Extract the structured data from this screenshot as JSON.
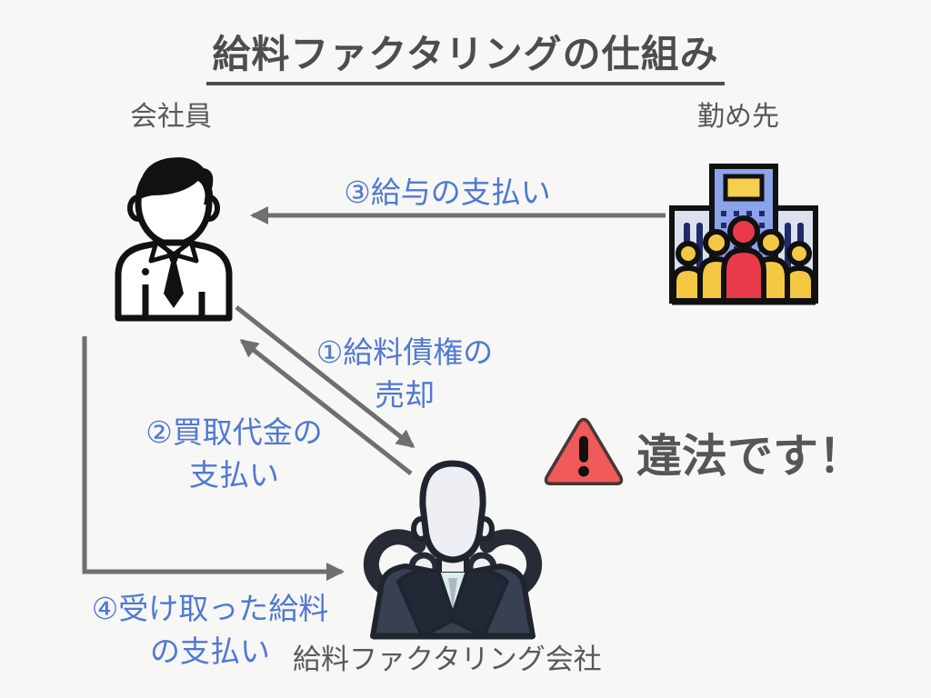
{
  "title": "給料ファクタリングの仕組み",
  "actors": {
    "employee": {
      "label": "会社員",
      "icon": "businessman-icon"
    },
    "employer": {
      "label": "勤め先",
      "icon": "office-building-icon"
    },
    "factoring_company": {
      "label": "給料ファクタリング会社",
      "icon": "shady-broker-icon"
    }
  },
  "flows": {
    "sale": {
      "line1": "①給料債権の",
      "line2": "売却",
      "from": "employee",
      "to": "factoring_company"
    },
    "purchase_payment": {
      "line1": "②買取代金の",
      "line2": "支払い",
      "from": "factoring_company",
      "to": "employee"
    },
    "salary_payment": {
      "label": "③給与の支払い",
      "from": "employer",
      "to": "employee"
    },
    "repayment": {
      "line1": "④受け取った給料",
      "line2": "の支払い",
      "from": "employee",
      "to": "factoring_company"
    }
  },
  "warning": {
    "label": "違法です！",
    "icon": "warning-triangle-icon"
  },
  "colors": {
    "bg": "#f7f7f5",
    "text_dark": "#4d4d4d",
    "text_gray": "#595959",
    "label_blue": "#5078d6",
    "arrow_gray": "#6f6f6f",
    "warning_red": "#f05a5a",
    "building_blue": "#8ba3e8",
    "building_wing": "#dde1ee",
    "window_navy": "#1e2a6a",
    "sign_yellow": "#f6cf4f",
    "people_yellow": "#f4c843",
    "person_red": "#e93a4c",
    "suit_dark": "#394052",
    "shirt_mint": "#d9efe9"
  }
}
